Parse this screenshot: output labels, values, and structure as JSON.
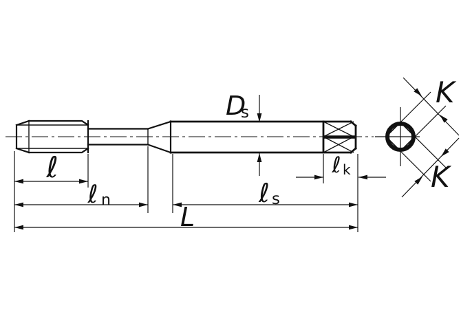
{
  "colors": {
    "line": "#111111",
    "background": "#ffffff"
  },
  "labels": {
    "thread_length": "ℓ",
    "neck_length_main": "ℓ",
    "neck_length_sub": "n",
    "shank_length_main": "ℓ",
    "shank_length_sub": "s",
    "square_length_main": "ℓ",
    "square_length_sub": "k",
    "overall_length": "L",
    "shank_diameter_main": "D",
    "shank_diameter_sub": "s",
    "square_width_top": "K",
    "square_width_bottom": "K"
  }
}
